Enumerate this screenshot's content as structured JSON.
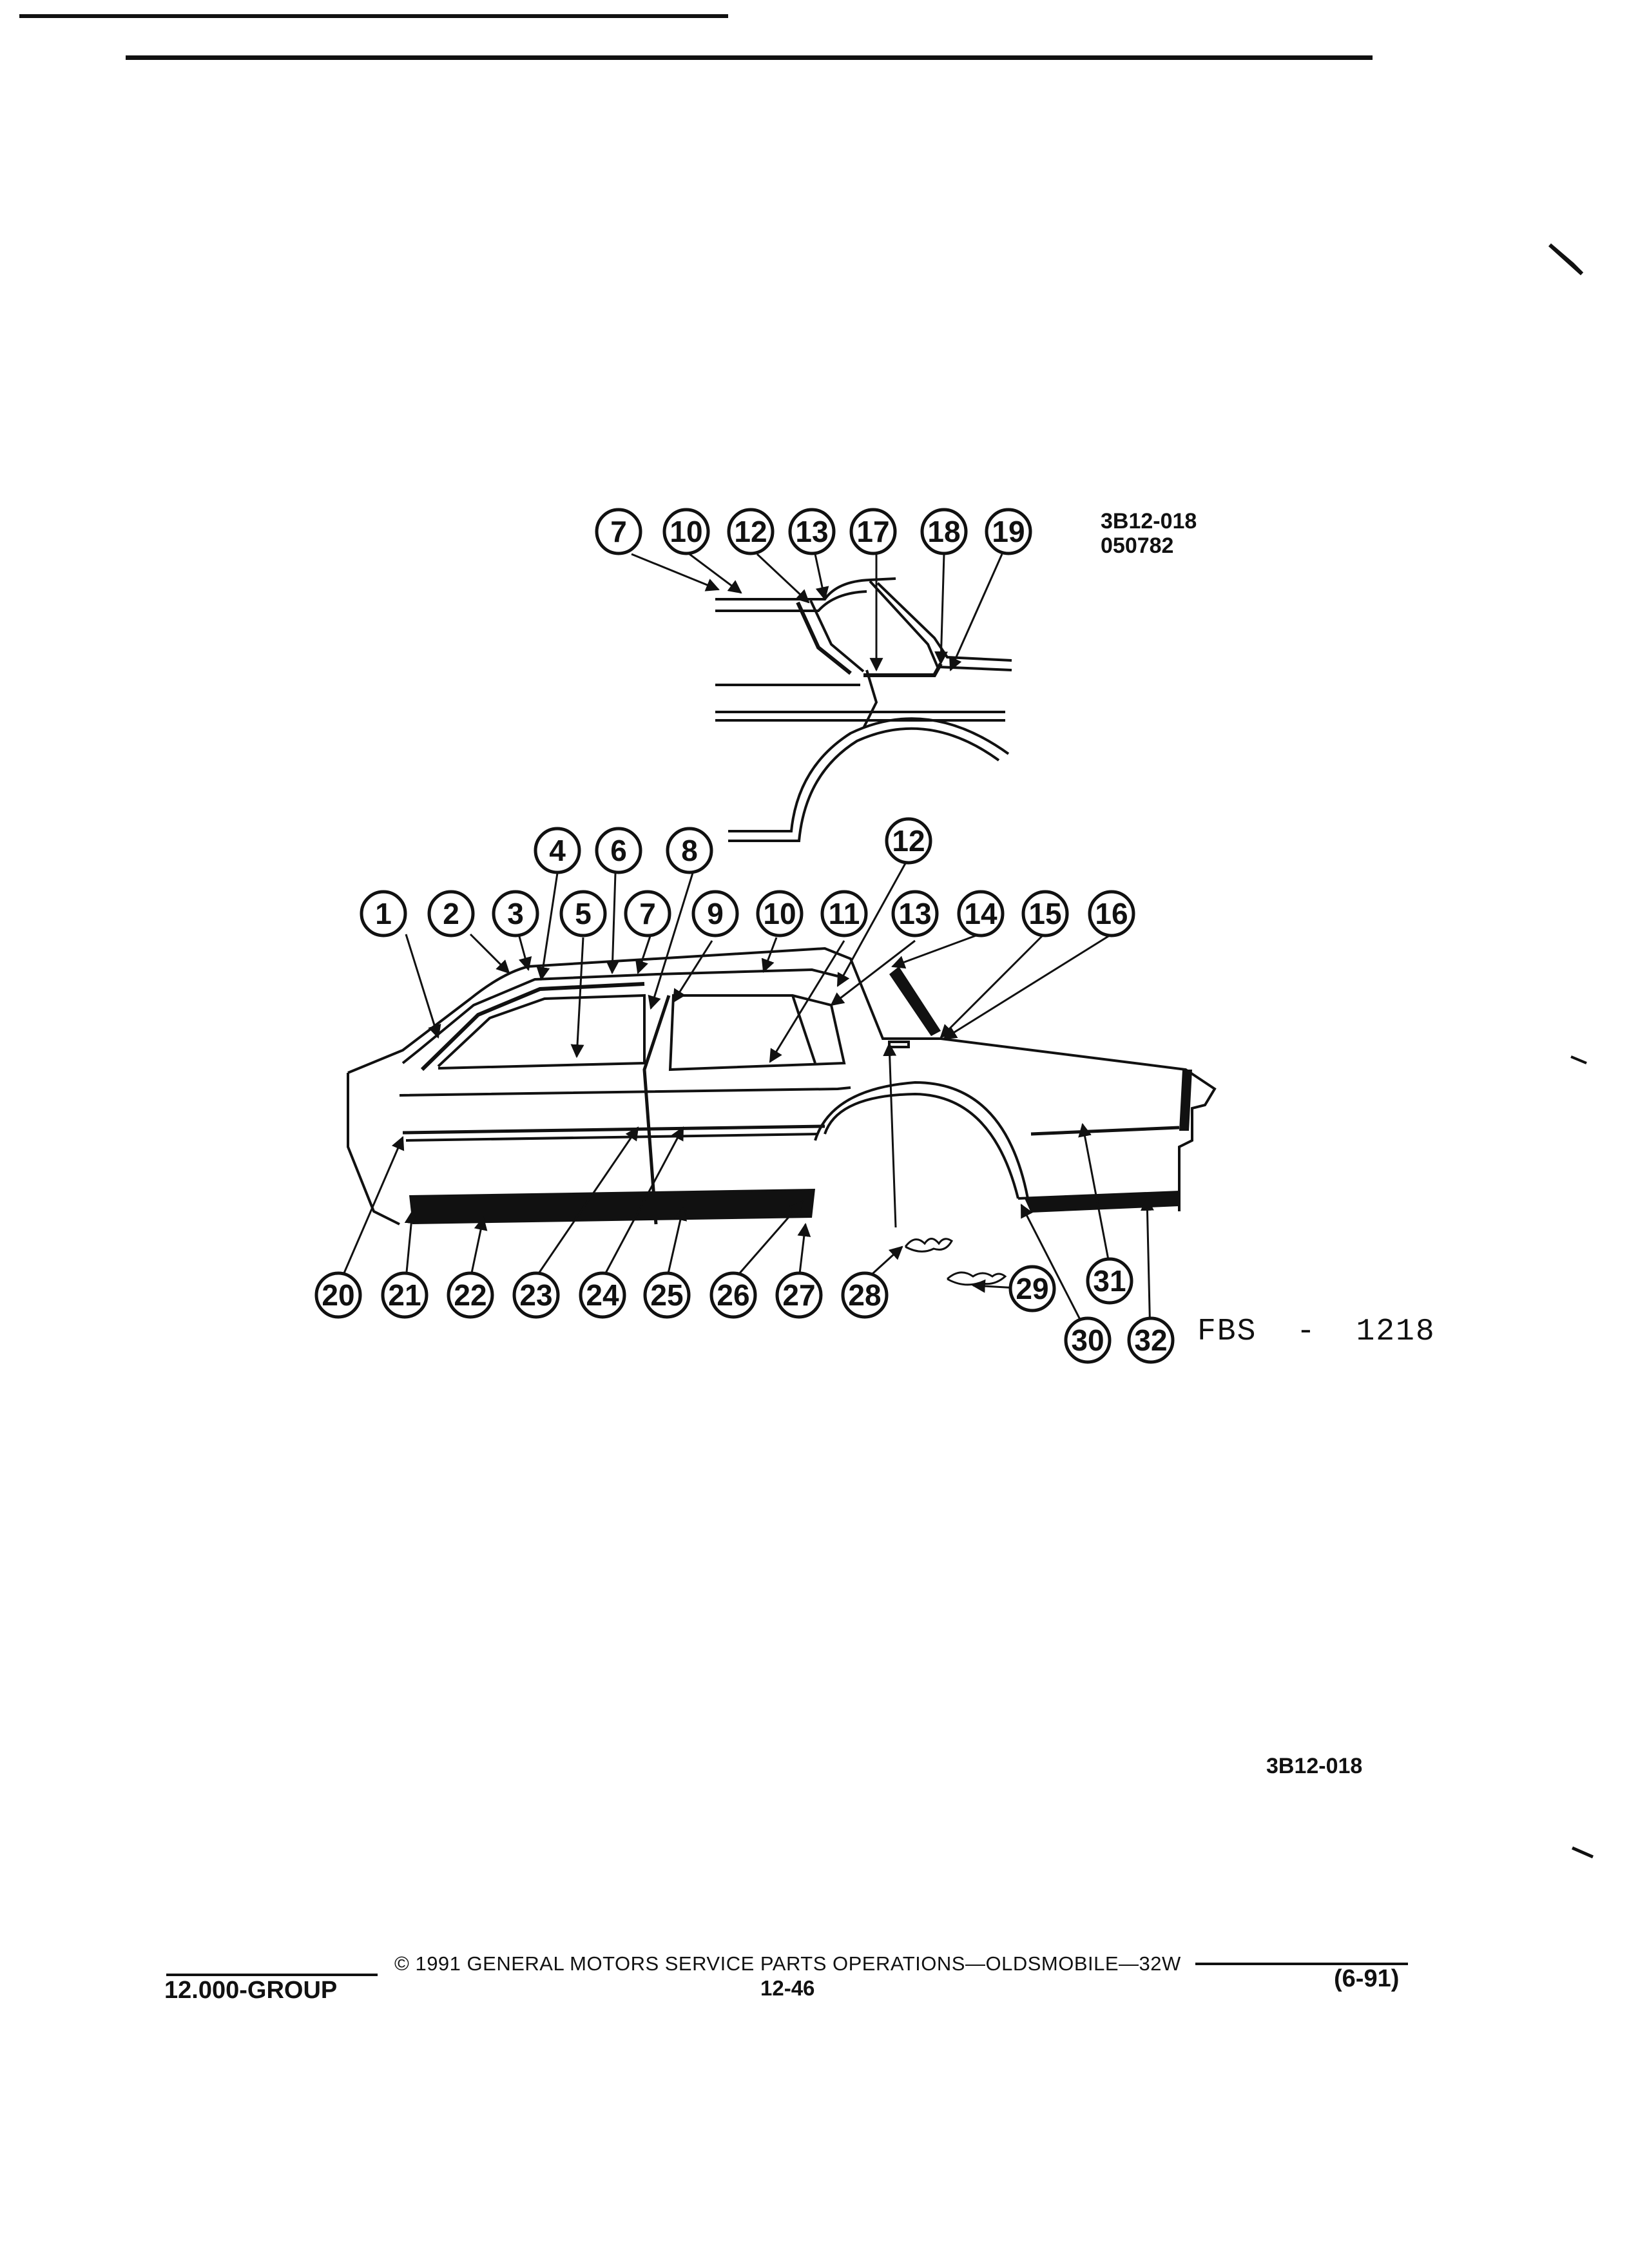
{
  "callouts": [
    {
      "n": "7"
    },
    {
      "n": "10"
    },
    {
      "n": "12"
    },
    {
      "n": "13"
    },
    {
      "n": "17"
    },
    {
      "n": "18"
    },
    {
      "n": "19"
    },
    {
      "n": "4"
    },
    {
      "n": "6"
    },
    {
      "n": "8"
    },
    {
      "n": "12"
    },
    {
      "n": "1"
    },
    {
      "n": "2"
    },
    {
      "n": "3"
    },
    {
      "n": "5"
    },
    {
      "n": "7"
    },
    {
      "n": "9"
    },
    {
      "n": "10"
    },
    {
      "n": "11"
    },
    {
      "n": "13"
    },
    {
      "n": "14"
    },
    {
      "n": "15"
    },
    {
      "n": "16"
    },
    {
      "n": "20"
    },
    {
      "n": "21"
    },
    {
      "n": "22"
    },
    {
      "n": "23"
    },
    {
      "n": "24"
    },
    {
      "n": "25"
    },
    {
      "n": "26"
    },
    {
      "n": "27"
    },
    {
      "n": "28"
    },
    {
      "n": "29"
    },
    {
      "n": "31"
    },
    {
      "n": "30"
    },
    {
      "n": "32"
    }
  ],
  "figure": {
    "code_top_line1": "3B12-018",
    "code_top_line2": "050782",
    "fbs_label": "FBS  -  1218",
    "code_bottom": "3B12-018"
  },
  "footer": {
    "copyright": "© 1991  GENERAL MOTORS SERVICE PARTS OPERATIONS—OLDSMOBILE—32W",
    "group": "12.000-GROUP",
    "page": "12-46",
    "date": "(6-91)"
  }
}
